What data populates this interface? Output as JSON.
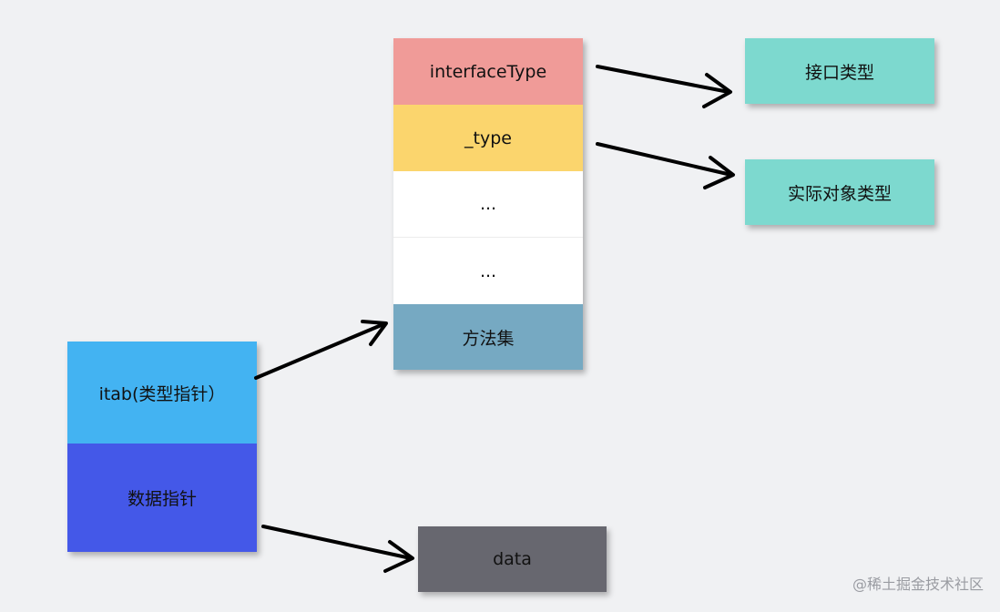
{
  "iface_table": {
    "cells": [
      "interfaceType",
      "_type",
      "...",
      "...",
      "方法集"
    ],
    "colors": [
      "#f09b98",
      "#fbd56d",
      "#ffffff",
      "#ffffff",
      "#76a9c2"
    ]
  },
  "targets": {
    "interface_type": "接口类型",
    "concrete_type": "实际对象类型",
    "color": "#7dd9cf"
  },
  "iface_struct": {
    "itab": "itab(类型指针）",
    "itab_color": "#43b3f2",
    "data_ptr": "数据指针",
    "data_ptr_color": "#4458e8"
  },
  "data_box": {
    "label": "data",
    "color": "#67676f"
  },
  "watermark": "@稀土掘金技术社区"
}
